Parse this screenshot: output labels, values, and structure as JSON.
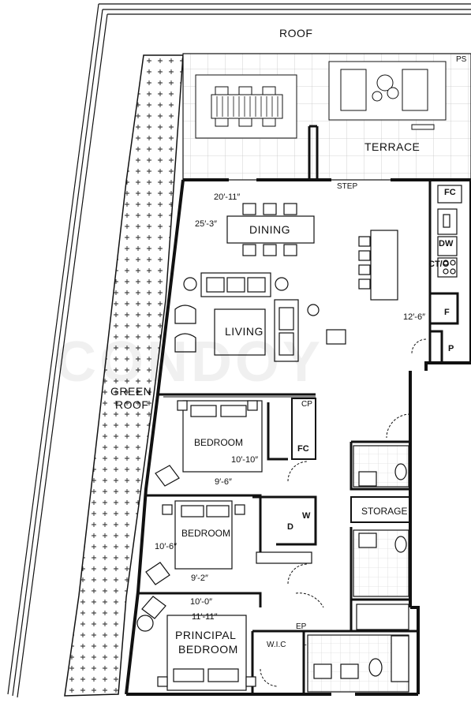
{
  "rooms": {
    "roof": "ROOF",
    "terrace": "TERRACE",
    "dining": "DINING",
    "living": "LIVING",
    "green_roof_line1": "GREEN",
    "green_roof_line2": "ROOF",
    "bedroom1": "BEDROOM",
    "bedroom2": "BEDROOM",
    "principal_line1": "PRINCIPAL",
    "principal_line2": "BEDROOM",
    "storage": "STORAGE",
    "wic": "W.I.C"
  },
  "tags": {
    "ps": "PS",
    "step": "STEP",
    "fc_kitchen": "FC",
    "dw": "DW",
    "cto": "CT/O",
    "f": "F",
    "p": "P",
    "cp": "CP",
    "fc_bed": "FC",
    "w": "W",
    "d": "D",
    "ep": "EP",
    "l": "L"
  },
  "dimensions": {
    "top": "20′-11″",
    "side_dining": "25′-3″",
    "kitchen": "12′-6″",
    "bed1_width": "10′-10″",
    "bed1_depth": "9′-6″",
    "bed2_side": "10′-6″",
    "bed2_depth": "9′-2″",
    "principal_a": "10′-0″",
    "principal_b": "11′-11″"
  },
  "watermark": "CONDOY",
  "colors": {
    "line": "#111111",
    "tile": "#bdbdbd",
    "green_roof_mark": "#222222"
  }
}
